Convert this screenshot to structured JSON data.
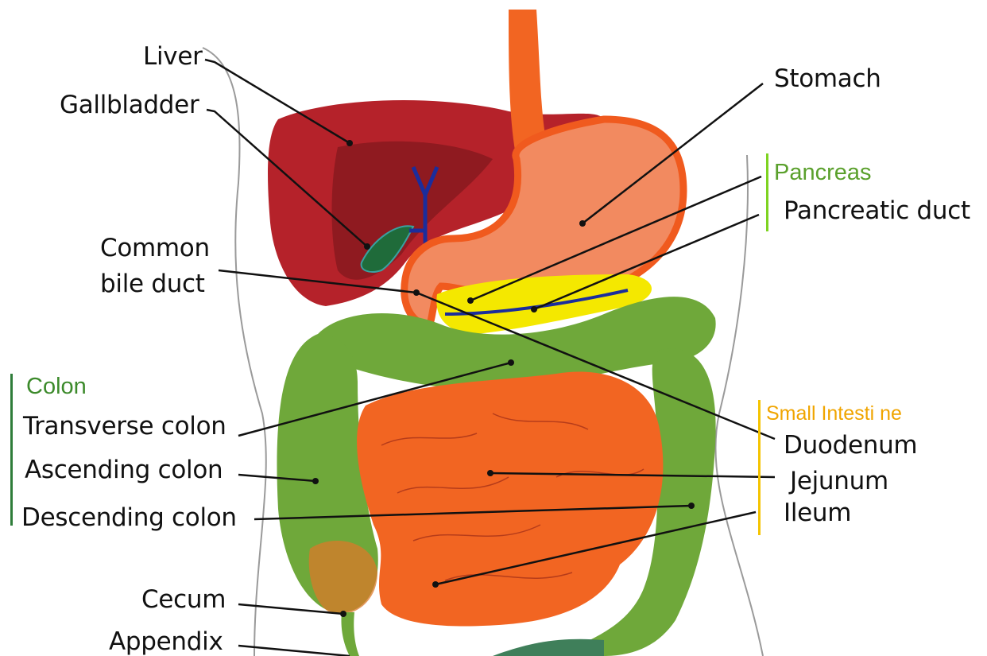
{
  "labels": {
    "liver": "Liver",
    "gallbladder": "Gallbladder",
    "stomach": "Stomach",
    "pancreas": "Pancreas",
    "pancreatic_duct": "Pancreatic duct",
    "common_bile_duct_line1": "Common",
    "common_bile_duct_line2": "bile duct",
    "colon": "Colon",
    "transverse_colon": "Transverse colon",
    "ascending_colon": "Ascending colon",
    "descending_colon": "Descending colon",
    "cecum": "Cecum",
    "appendix": "Appendix",
    "small_intestine": "Small Intesti ne",
    "duodenum": "Duodenum",
    "jejunum": "Jejunum",
    "ileum": "Ileum"
  },
  "colors": {
    "liver": "#b5222a",
    "liver_shade": "#8f1a20",
    "stomach": "#f28a60",
    "stomach_outline": "#f05a1e",
    "gallbladder": "#1f6b3a",
    "pancreas": "#f4e800",
    "bile_duct": "#1b2d9c",
    "colon": "#6fa83a",
    "colon_dark": "#4e8a2a",
    "small_intestine": "#f26522",
    "pancreas_group_bar": "#7ed321",
    "colon_group_bar": "#2f7d3a",
    "small_intestine_group_bar": "#f5c400"
  }
}
